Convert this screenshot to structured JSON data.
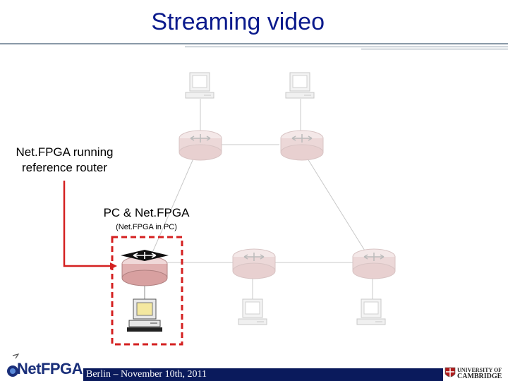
{
  "slide": {
    "title": "Streaming video",
    "router_label_line1": "Net.FPGA running",
    "router_label_line2": "reference router",
    "pc_label": "PC & Net.FPGA",
    "pc_sublabel": "(Net.FPGA in PC)",
    "footer_text": "Berlin – November 10th, 2011",
    "logo_left_text": "NetFPGA",
    "logo_right_line1": "UNIVERSITY OF",
    "logo_right_line2": "CAMBRIDGE"
  },
  "colors": {
    "title": "#0a1a8c",
    "highlight": "#d42020",
    "router": "#e8c8c8",
    "router_edge": "#c0a0a0",
    "footer_bar": "#0a1a5c"
  }
}
